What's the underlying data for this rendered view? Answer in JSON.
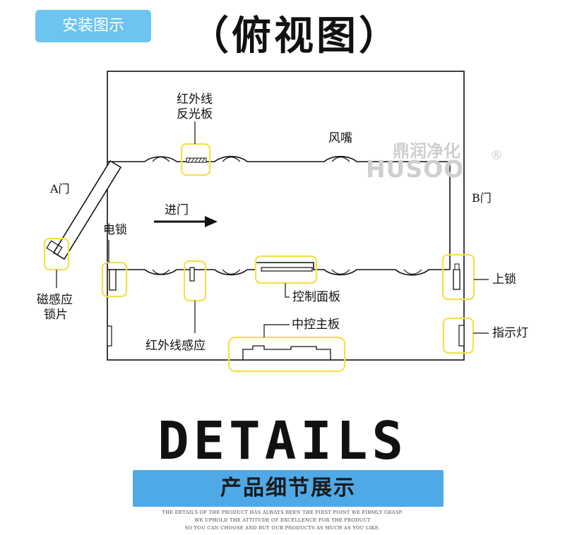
{
  "header": {
    "badge": "安装图示",
    "title": "（俯视图）"
  },
  "diagram": {
    "labels": {
      "ir_reflector": [
        "红外线",
        "反光板"
      ],
      "nozzle": "风嘴",
      "door_a": "A门",
      "door_b": "B门",
      "enter": "进门",
      "electric_lock": "电锁",
      "magnetic_lock": [
        "磁感应",
        "锁片"
      ],
      "control_panel": "控制面板",
      "main_board": "中控主板",
      "ir_sensor": "红外线感应",
      "upper_lock": "上锁",
      "indicator": "指示灯"
    },
    "watermark": {
      "cn": "鼎润净化",
      "en": "HUSOO",
      "mark": "®"
    },
    "colors": {
      "highlight": "#f3e14a",
      "line": "#111111"
    }
  },
  "details_title": "DETAILS",
  "banner": {
    "text": "产品细节展示",
    "color": "#4fa9e7"
  },
  "footnote": [
    "THE DETAILS OF THE PRODUCT HAS ALWAYS BEEN THE FIRST POINT WE FIRMLY GRASP.",
    "WE UPHOLD THE ATTITUDE OF EXCELLENCE FOR THE PRODUCT",
    "SO YOU CAN CHOOSE AND BUY OUR PRODUCTS AS MUCH AS YOU LIKE."
  ]
}
